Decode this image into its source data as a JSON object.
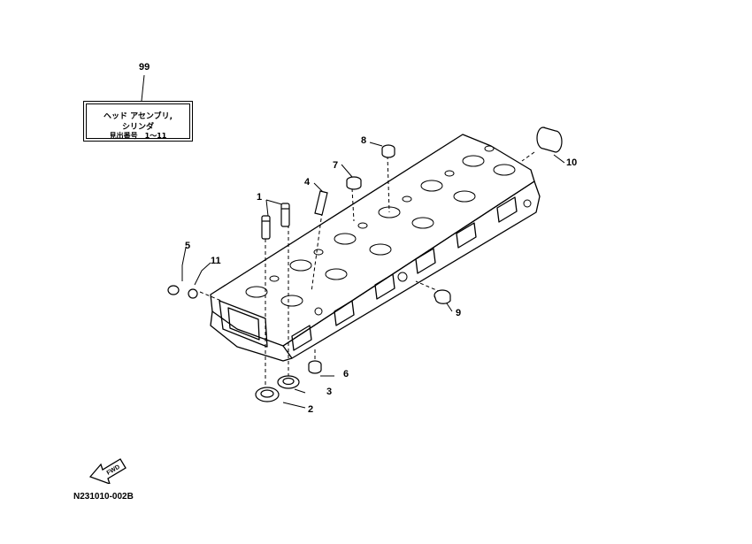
{
  "title_box": {
    "ref_number": "99",
    "line1": "ヘッド アセンブリ,",
    "line2": "シリンダ",
    "line3": "見出番号　1〜11"
  },
  "callouts": {
    "c1": "1",
    "c2": "2",
    "c3": "3",
    "c4": "4",
    "c5": "5",
    "c6": "6",
    "c7": "7",
    "c8": "8",
    "c9": "9",
    "c10": "10",
    "c11": "11"
  },
  "fwd_label": "FWD",
  "figure_code": "N231010-002B"
}
